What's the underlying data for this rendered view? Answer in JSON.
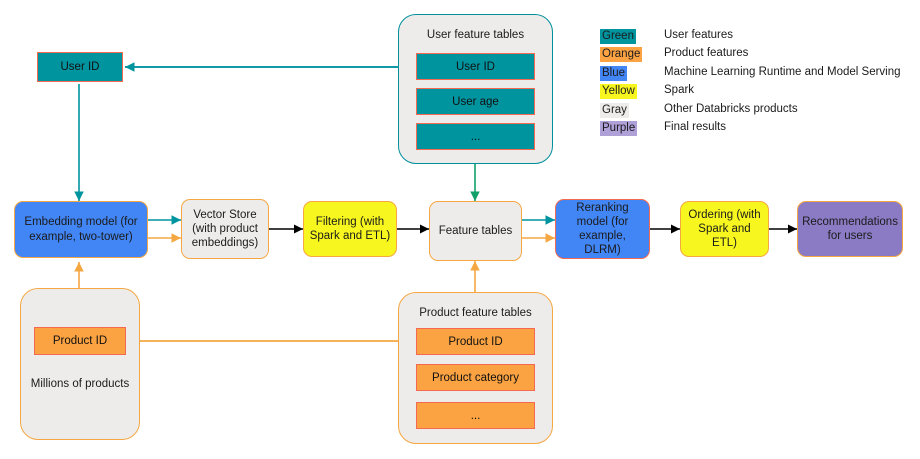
{
  "legend": {
    "rows": [
      {
        "key": "Green",
        "desc": "User features"
      },
      {
        "key": "Orange",
        "desc": "Product features"
      },
      {
        "key": "Blue",
        "desc": "Machine Learning Runtime and Model Serving"
      },
      {
        "key": "Yellow",
        "desc": "Spark"
      },
      {
        "key": "Gray",
        "desc": "Other Databricks products"
      },
      {
        "key": "Purple",
        "desc": "Final results"
      }
    ],
    "colors": {
      "green": "#00949f",
      "orange": "#fba342",
      "blue": "#4285f4",
      "yellow": "#f7f71f",
      "gray": "#eeeceb",
      "purple": "#b0a0d8"
    }
  },
  "nodes": {
    "user_id": "User ID",
    "embedding_model": "Embedding model (for example, two-tower)",
    "vector_store": "Vector Store (with product embeddings)",
    "filtering": "Filtering (with Spark and ETL)",
    "feature_tables": "Feature tables",
    "reranking_model": "Reranking model (for example, DLRM)",
    "ordering": "Ordering (with Spark and ETL)",
    "recommendations": "Recommendations for users",
    "product_id": "Product ID"
  },
  "groups": {
    "user_feature_tables": {
      "title": "User feature tables",
      "cells": [
        "User ID",
        "User age",
        "..."
      ]
    },
    "product_feature_tables": {
      "title": "Product feature tables",
      "cells": [
        "Product ID",
        "Product category",
        "..."
      ]
    },
    "products_pool": {
      "label": "Millions of products",
      "cell": "Product ID"
    }
  },
  "arrow_colors": {
    "user_flow": "#00949f",
    "product_flow": "#f5a742",
    "main_flow": "#000000",
    "feature_in": "#11a06a"
  }
}
